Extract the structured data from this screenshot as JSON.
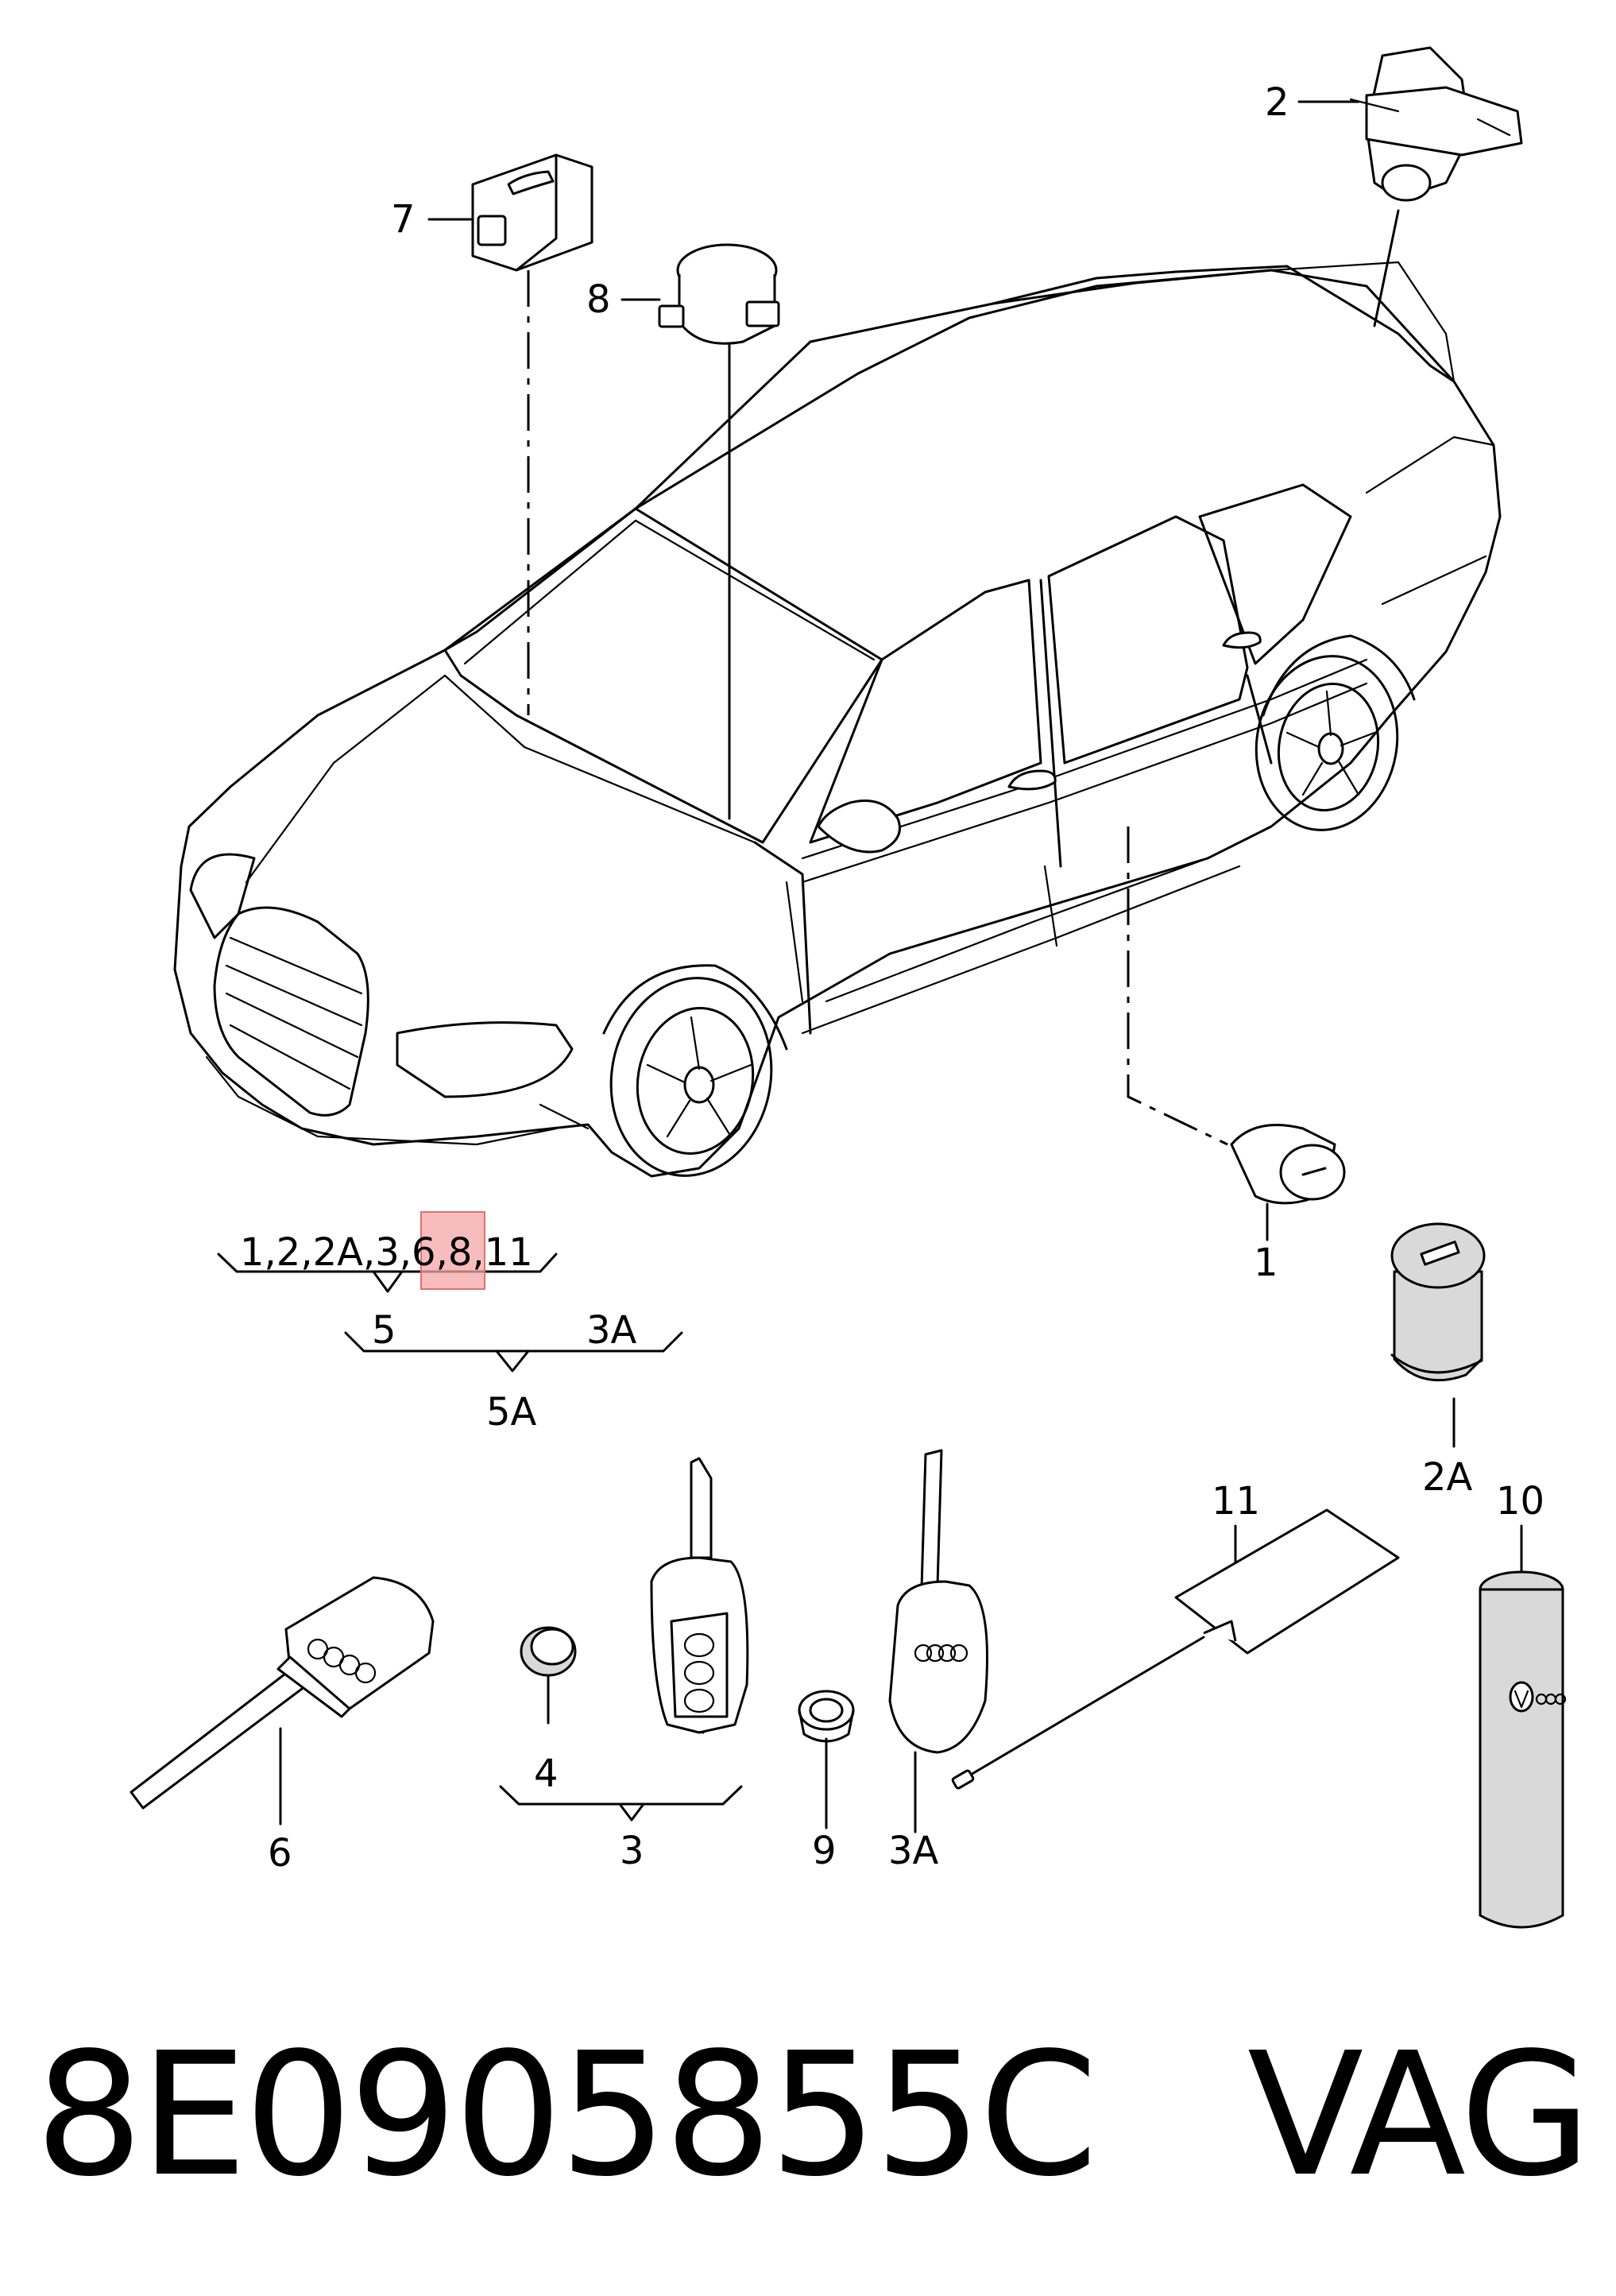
{
  "diagram": {
    "callouts": {
      "c1": "1",
      "c2": "2",
      "c2a": "2A",
      "c3": "3",
      "c3a": "3A",
      "c4": "4",
      "c6": "6",
      "c7": "7",
      "c8": "8",
      "c9": "9",
      "c10": "10",
      "c11": "11"
    },
    "set_tree": {
      "group_5_list": "1,2,2A,3,6,8,11",
      "group_5_label": "5",
      "group_3a_label": "3A",
      "group_5a_label": "5A"
    },
    "highlight_color": "#f4a6a6"
  },
  "footer": {
    "part_number": "8E0905855C",
    "brand": "VAG"
  }
}
